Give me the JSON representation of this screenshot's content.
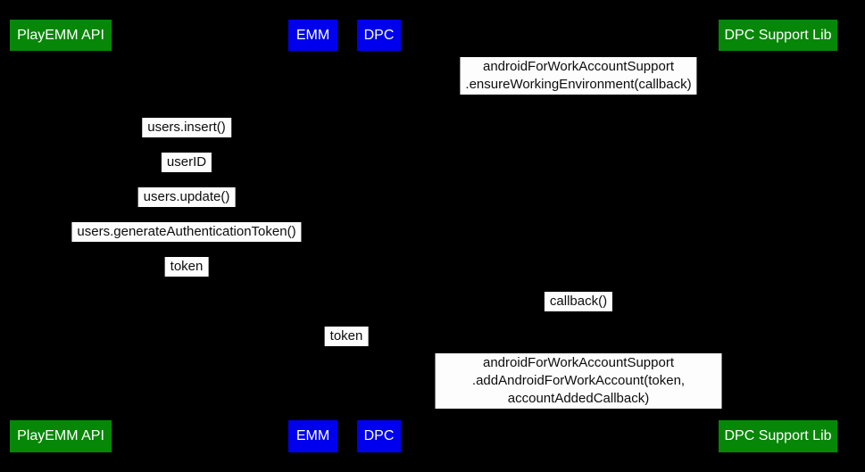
{
  "colors": {
    "background": "#000000",
    "actor_green": "#078707",
    "actor_blue": "#0000ee",
    "actor_text": "#ffffff",
    "label_bg": "#fdfdfd",
    "label_text": "#0d0d0d"
  },
  "diagram": {
    "type": "sequence",
    "participants": [
      {
        "label": "PlayEMM API",
        "color_role": "green"
      },
      {
        "label": "EMM",
        "color_role": "blue"
      },
      {
        "label": "DPC",
        "color_role": "blue"
      },
      {
        "label": "DPC Support Lib",
        "color_role": "green"
      }
    ],
    "messages": [
      {
        "text": "androidForWorkAccountSupport\n.ensureWorkingEnvironment(callback)"
      },
      {
        "text": "users.insert()"
      },
      {
        "text": "userID"
      },
      {
        "text": "users.update()"
      },
      {
        "text": "users.generateAuthenticationToken()"
      },
      {
        "text": "token"
      },
      {
        "text": "callback()"
      },
      {
        "text": "token"
      },
      {
        "text": "androidForWorkAccountSupport\n.addAndroidForWorkAccount(token, accountAddedCallback)"
      }
    ]
  }
}
